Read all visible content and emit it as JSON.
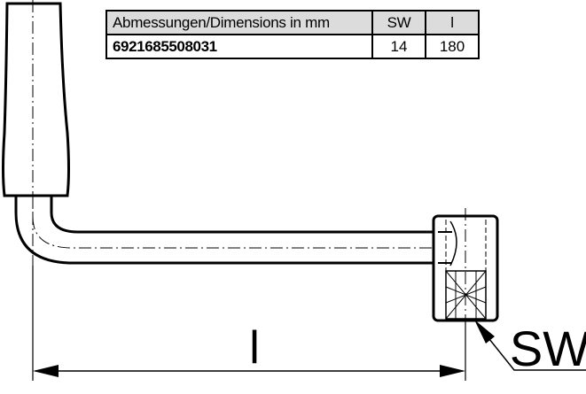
{
  "table": {
    "headers": [
      "Abmessungen/Dimensions in mm",
      "SW",
      "l"
    ],
    "rows": [
      {
        "article": "6921685508031",
        "sw": "14",
        "l": "180"
      }
    ]
  },
  "labels": {
    "length": "l",
    "width_across_flats": "SW"
  }
}
